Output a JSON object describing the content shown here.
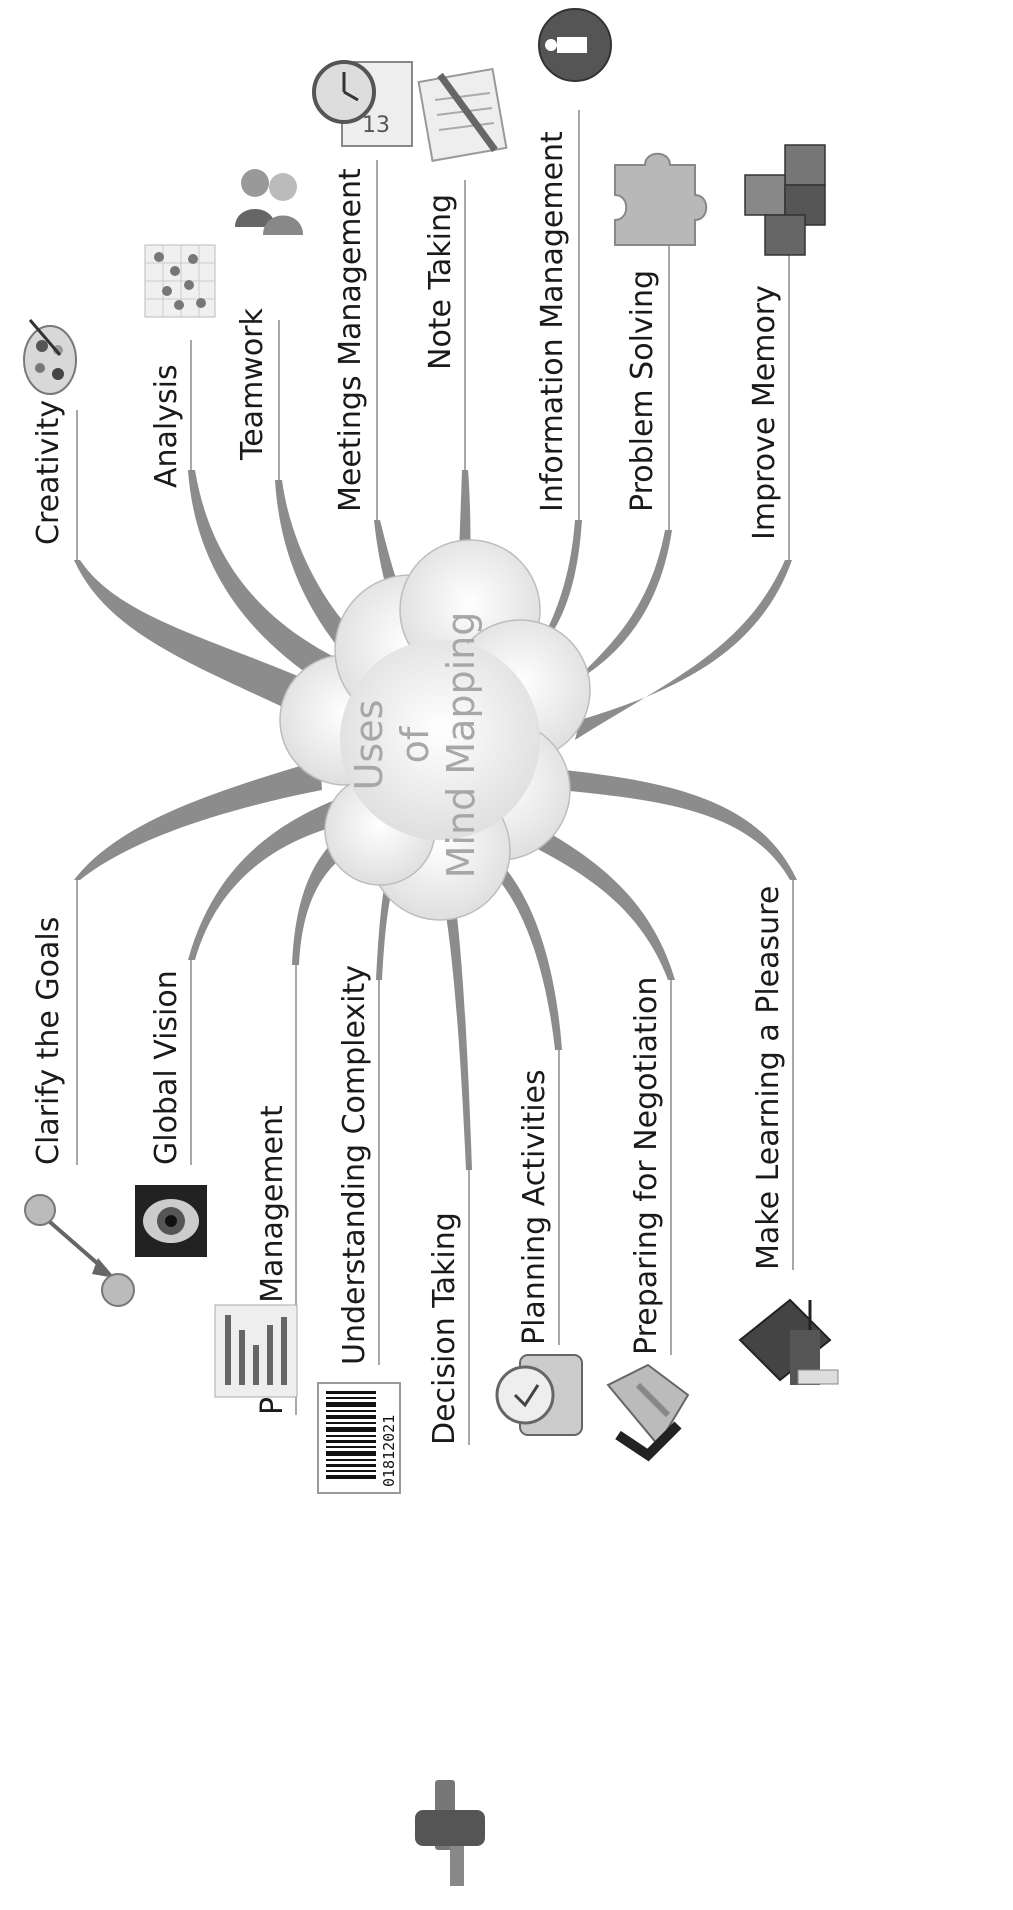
{
  "center": {
    "lines": [
      "Uses",
      "of",
      "Mind Mapping"
    ]
  },
  "branches": [
    {
      "label": "Creativity",
      "icon": "palette-icon"
    },
    {
      "label": "Analysis",
      "icon": "scatter-grid-icon"
    },
    {
      "label": "Teamwork",
      "icon": "people-icon"
    },
    {
      "label": "Meetings Management",
      "icon": "clock-calendar-icon"
    },
    {
      "label": "Note Taking",
      "icon": "notepad-pencil-icon"
    },
    {
      "label": "Information Management",
      "icon": "info-icon"
    },
    {
      "label": "Problem Solving",
      "icon": "puzzle-piece-icon"
    },
    {
      "label": "Improve Memory",
      "icon": "stacked-cubes-icon"
    },
    {
      "label": "Clarify the Goals",
      "icon": "connected-nodes-icon"
    },
    {
      "label": "Global Vision",
      "icon": "eye-icon"
    },
    {
      "label": "Project Management",
      "icon": "gantt-chart-icon"
    },
    {
      "label": "Understanding Complexity",
      "icon": "barcode-icon"
    },
    {
      "label": "Decision Taking",
      "icon": "gavel-icon"
    },
    {
      "label": "Planning Activities",
      "icon": "alarm-clock-icon"
    },
    {
      "label": "Preparing for Negotiation",
      "icon": "handshake-icon"
    },
    {
      "label": "Make Learning a Pleasure",
      "icon": "graduation-cap-icon"
    }
  ],
  "barcode": {
    "text": "01812021"
  },
  "colors": {
    "branch": "#8c8c8c",
    "cloud": "#f4f4f4",
    "cloud_stroke": "#bdbdbd"
  }
}
